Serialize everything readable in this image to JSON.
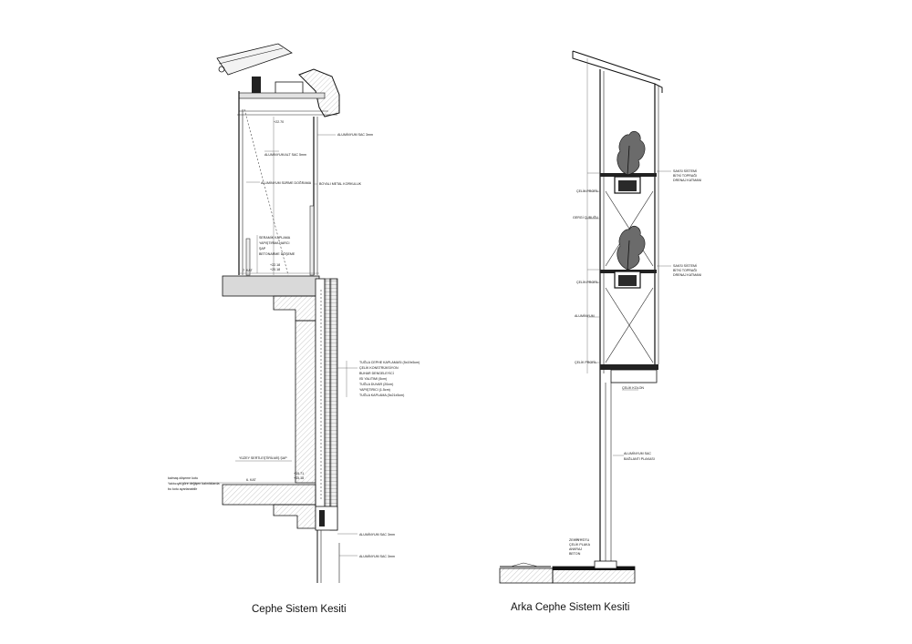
{
  "titles": {
    "left": "Cephe Sistem Kesiti",
    "right": "Arka Cephe Sistem Kesiti"
  },
  "left_annotations": {
    "aluminyum_sac_top": "ALUMİNYUM SAC 3mm",
    "aluminyum_alt": "ALUMİNYUM ALT SAC 5mm",
    "aluminyum_surme": "ALUMİNYUM SÜRME DOĞRAMA",
    "boyali_metal": "BOYALI METAL KORKULUK",
    "seramik": "SERAMİK KAPLAMA",
    "yapistirma": "YAPIŞTIRMA HARCI",
    "sap": "ŞAP",
    "betonarme": "BETONARME DÖŞEME",
    "level_top": "+22.18",
    "level_top_mark": "+22.70",
    "level_mid": "+20.18",
    "kat_label": "7. KAT",
    "brick_layers": [
      "TUĞLA CEPHE KAPLAMASI (5x19x5cm)",
      "ÇELİK KONSTRÜKSİYON",
      "BUHAR DENGELEYİCİ",
      "ISI YALITIMI (5cm)",
      "TUĞLA DUVAR (20cm)",
      "YAPIŞTIRICI (1.5cm)",
      "TUĞLA KAPLAMA (5x21x5cm)"
    ],
    "yuzey_sertlestirme": "YÜZEY SERTLEŞTİRİLMİŞ ŞAP",
    "level_low": "+15.71",
    "level_low2": "+15.18",
    "kat_low": "6. KAT",
    "note_lines": [
      "kalmaş döşeme kotu",
      "Yalıtıcıya göre değişen kalınlıklarda",
      "bu kotu ayarlanabilir"
    ],
    "aluminyum_sac_bottom1": "ALUMİNYUM SAC 3mm",
    "aluminyum_sac_bottom2": "ALUMİNYUM SAC 3mm"
  },
  "right_annotations": {
    "planter_labels": [
      "SAKSI SİSTEMİ",
      "BİTKİ TOPRAĞI",
      "DRENAJ KATMANI"
    ],
    "side_labels": [
      "ÇELİK PROFİL",
      "GERGİ ÇUBUĞU",
      "ÇELİK PROFİL",
      "ALUMİNYUM",
      "ÇELİK PROFİL"
    ],
    "lower_labels": [
      "ÇELİK KOLON",
      "ALUMİNYUM SAC",
      "BAĞLANTI PLAKASI"
    ],
    "ground_labels": [
      "ZEMİN KOTU",
      "ÇELİK PLAKA",
      "ANKRAJ",
      "BETON"
    ]
  }
}
